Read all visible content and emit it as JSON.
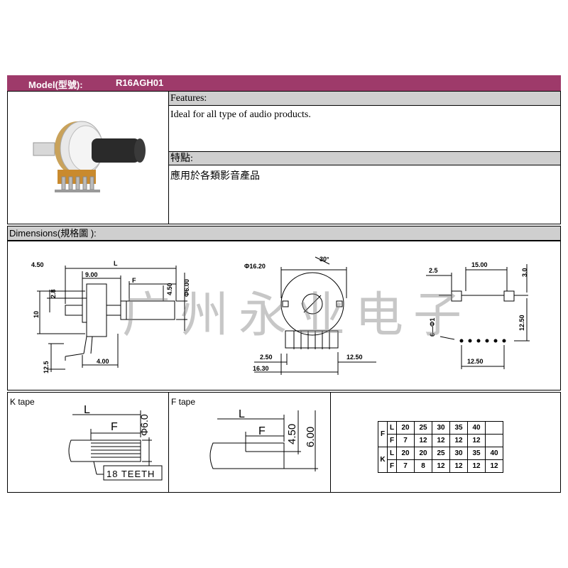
{
  "header": {
    "model_label": "Model(型號):",
    "model_value": "R16AGH01",
    "band_color": "#9e3a6a"
  },
  "features": {
    "title": "Features:",
    "text": "Ideal for all type of audio products."
  },
  "tedian": {
    "title": "特點:",
    "text": "應用於各類影音產品"
  },
  "dimensions": {
    "title": "Dimensions(規格圖 ):",
    "side_view": {
      "d_4_50_top": "4.50",
      "d_L": "L",
      "d_9_00": "9.00",
      "d_F": "F",
      "d_4_50_v": "4.50",
      "d_phi6": "Φ6.00",
      "d_2_8": "2.8",
      "d_10": "10",
      "d_12_5": "12.5",
      "d_4_00": "4.00"
    },
    "front_view": {
      "d_phi16": "Φ16.20",
      "d_30": "30°",
      "d_2_50": "2.50",
      "d_12_50": "12.50",
      "d_16_30": "16.30"
    },
    "pcb_view": {
      "d_2_5": "2.5",
      "d_15_00": "15.00",
      "d_3_0": "3.0",
      "d_phi1": "6—Φ1",
      "d_12_50_v": "12.50",
      "d_12_50_h": "12.50"
    }
  },
  "watermark": "广州永业电子",
  "k_tape": {
    "title": "K tape",
    "L": "L",
    "F": "F",
    "phi": "Φ6.0",
    "teeth": "18 TEETH"
  },
  "f_tape": {
    "title": "F tape",
    "L": "L",
    "F": "F",
    "d450": "4.50",
    "d600": "6.00"
  },
  "table": {
    "rows": [
      [
        "F",
        "L",
        "20",
        "25",
        "30",
        "35",
        "40",
        ""
      ],
      [
        "",
        "F",
        "7",
        "12",
        "12",
        "12",
        "12",
        ""
      ],
      [
        "K",
        "L",
        "20",
        "20",
        "25",
        "30",
        "35",
        "40"
      ],
      [
        "",
        "F",
        "7",
        "8",
        "12",
        "12",
        "12",
        "12"
      ]
    ]
  }
}
